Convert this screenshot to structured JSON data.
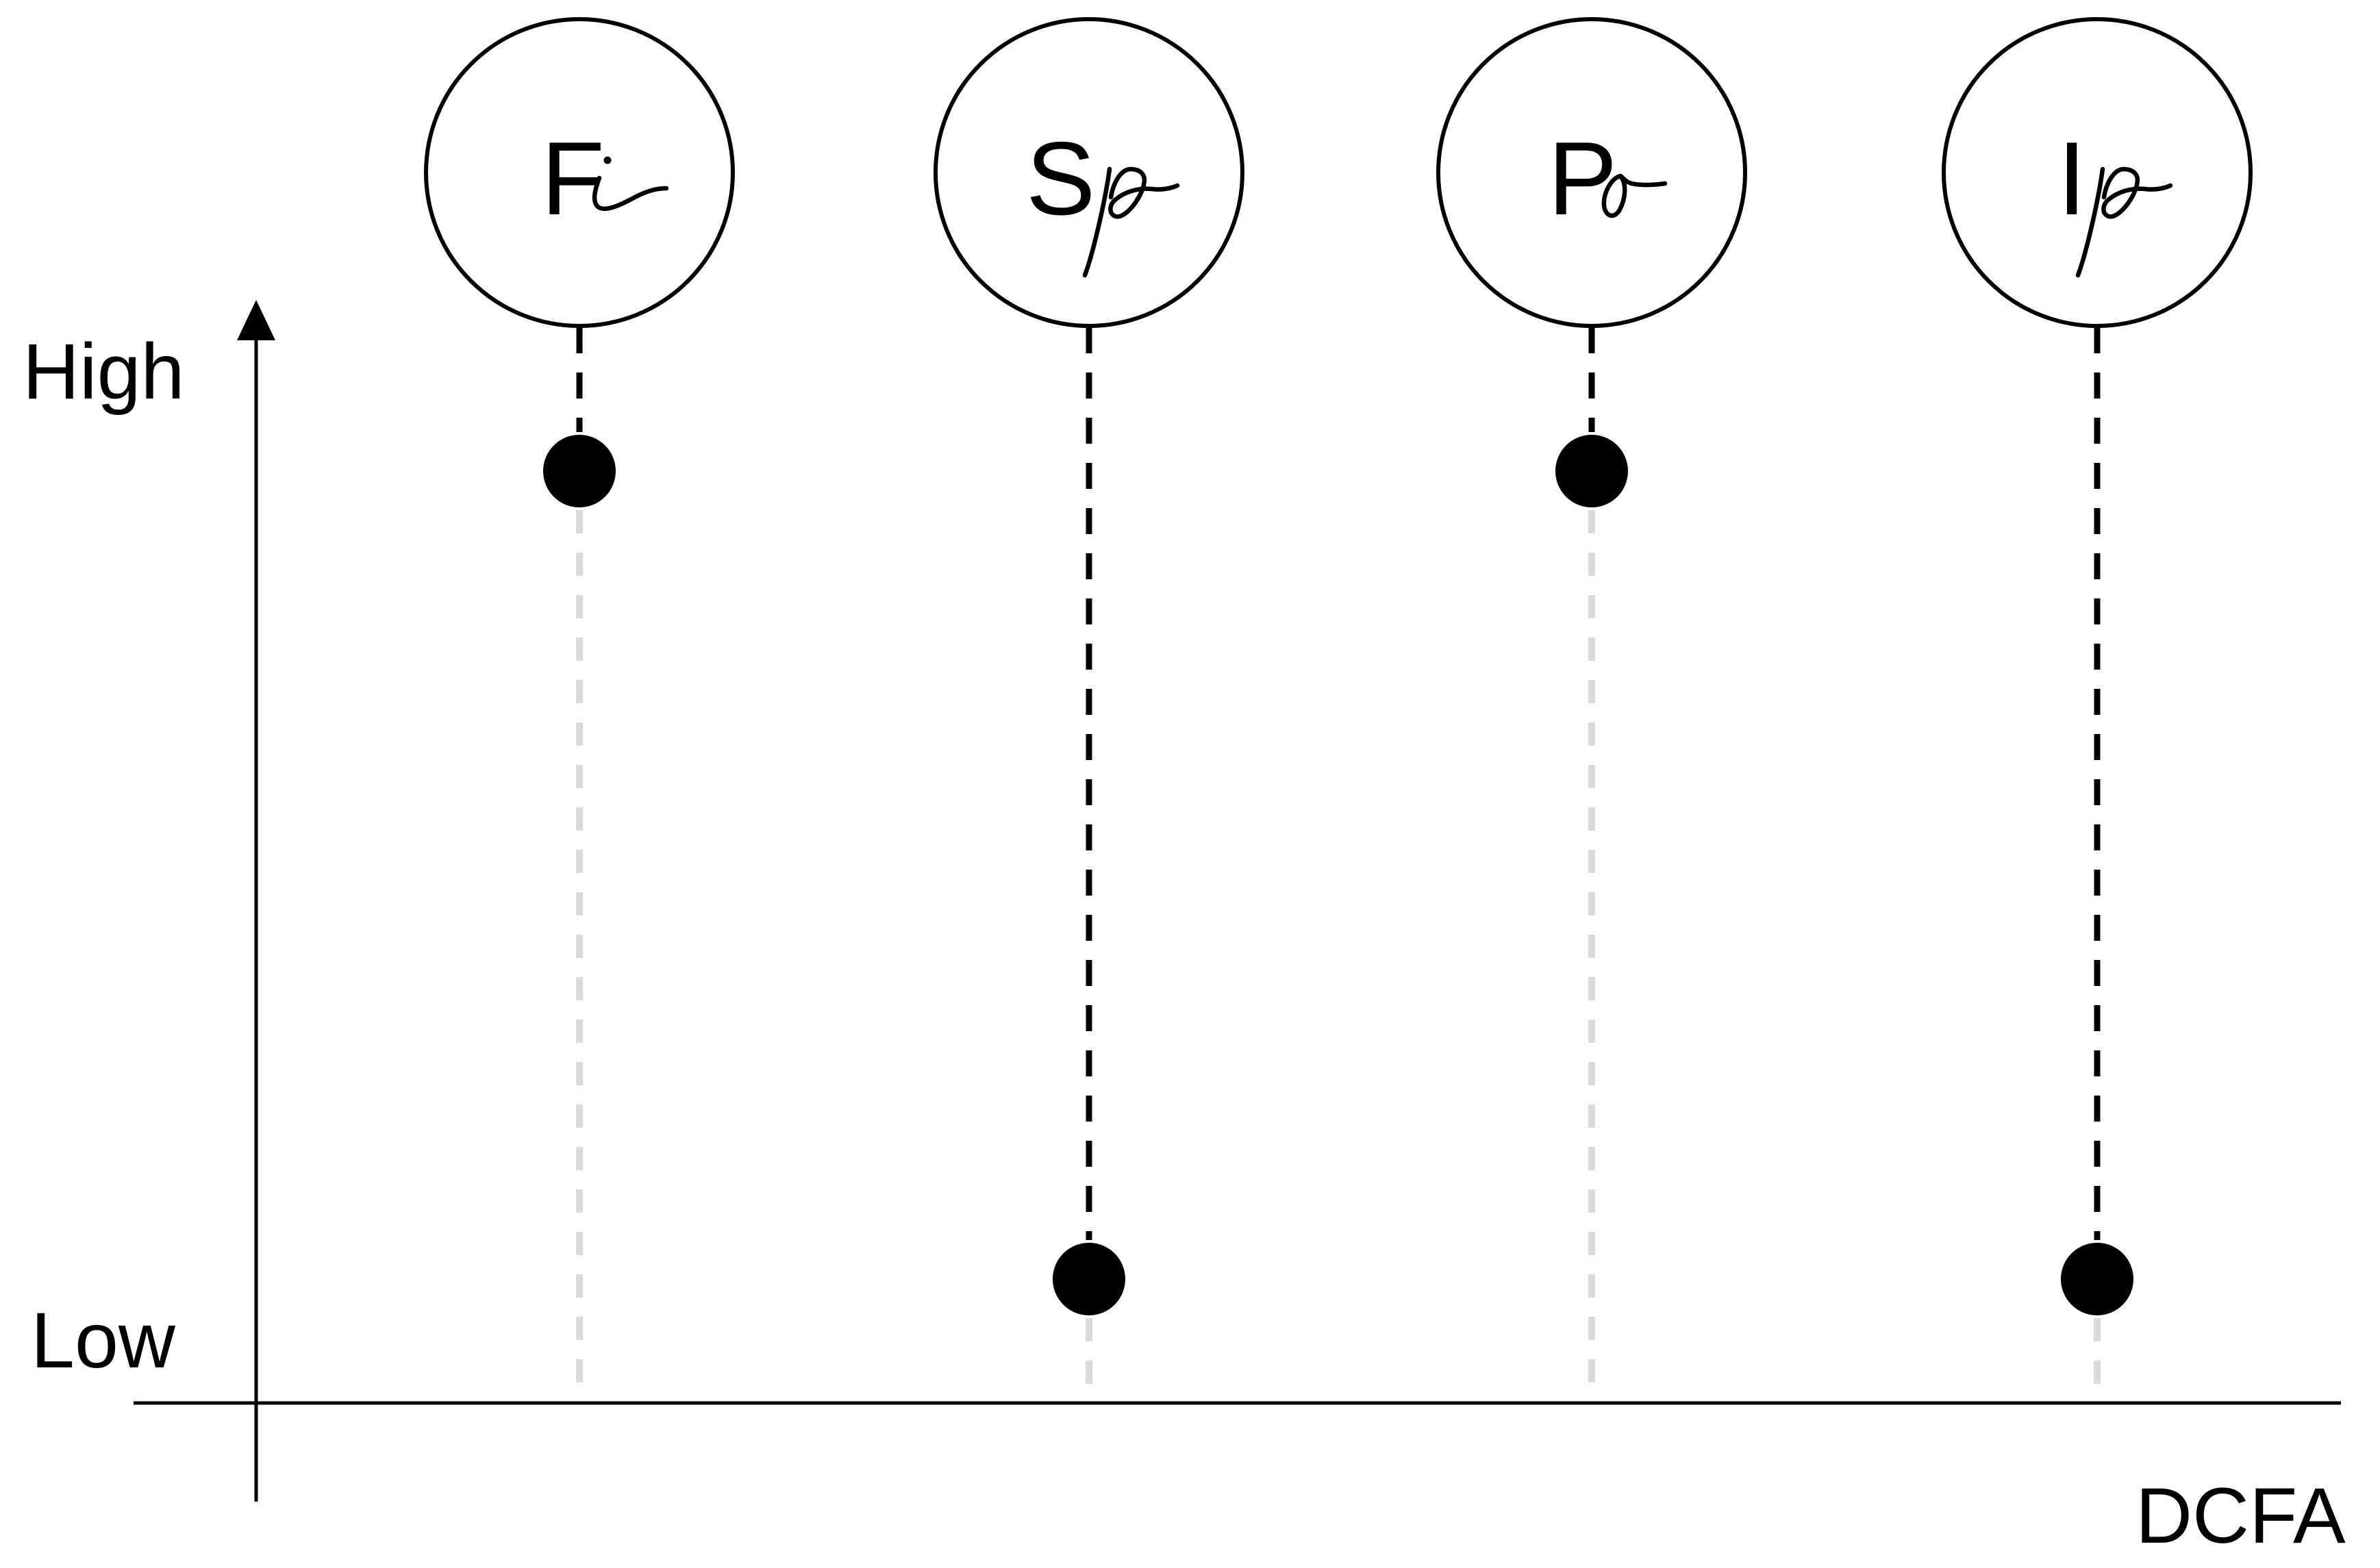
{
  "figure": {
    "y_axis": {
      "high_label": "High",
      "low_label": "Low"
    },
    "x_axis": {
      "label": "DCFA"
    },
    "nodes": [
      {
        "id": "Fi",
        "label": "Fi",
        "main_letter": "F",
        "script_letter": "i",
        "value": "high"
      },
      {
        "id": "Sp",
        "label": "Sp",
        "main_letter": "S",
        "script_letter": "p",
        "value": "low"
      },
      {
        "id": "Po",
        "label": "Po",
        "main_letter": "P",
        "script_letter": "o",
        "value": "high"
      },
      {
        "id": "Ip",
        "label": "Ip",
        "main_letter": "I",
        "script_letter": "p",
        "value": "low"
      }
    ],
    "colors": {
      "ink": "#000000",
      "muted_dash": "#d9d9d9",
      "background": "#ffffff"
    }
  },
  "chart_data": {
    "type": "scatter",
    "title": "",
    "xlabel": "DCFA",
    "ylabel": "",
    "y_axis_tick_labels": [
      "Low",
      "High"
    ],
    "categories": [
      "Fi",
      "Sp",
      "Po",
      "Ip"
    ],
    "values": [
      0.85,
      0.11,
      0.85,
      0.11
    ],
    "values_qualitative": [
      "high",
      "low",
      "high",
      "low"
    ],
    "ylim": [
      0,
      1
    ],
    "grid": false,
    "legend": false
  }
}
